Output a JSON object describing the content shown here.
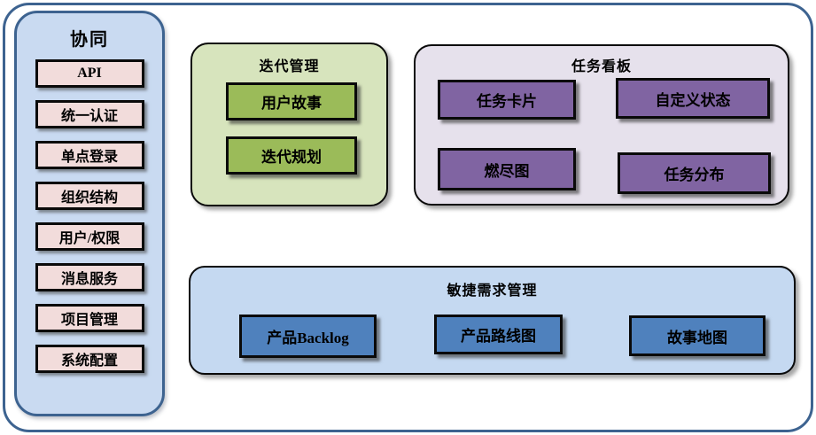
{
  "colors": {
    "outer_border": "#3D6390",
    "sidebar_fill": "#C9DAF1",
    "sidebar_item_fill": "#F2DCDB",
    "iteration_panel_fill": "#D7E4BD",
    "iteration_item_fill": "#9BBB59",
    "kanban_panel_fill": "#E6E1EC",
    "kanban_item_fill": "#8064A2",
    "agile_panel_fill": "#C5D9F1",
    "agile_item_fill": "#4F81BD",
    "item_border": "#000000",
    "text": "#000000"
  },
  "sidebar": {
    "title": "协同",
    "items": [
      "API",
      "统一认证",
      "单点登录",
      "组织结构",
      "用户/权限",
      "消息服务",
      "项目管理",
      "系统配置"
    ]
  },
  "panels": {
    "iteration": {
      "title": "迭代管理",
      "items": [
        "用户故事",
        "迭代规划"
      ]
    },
    "kanban": {
      "title": "任务看板",
      "items": [
        "任务卡片",
        "自定义状态",
        "燃尽图",
        "任务分布"
      ]
    },
    "agile": {
      "title": "敏捷需求管理",
      "items": [
        "产品Backlog",
        "产品路线图",
        "故事地图"
      ]
    }
  }
}
